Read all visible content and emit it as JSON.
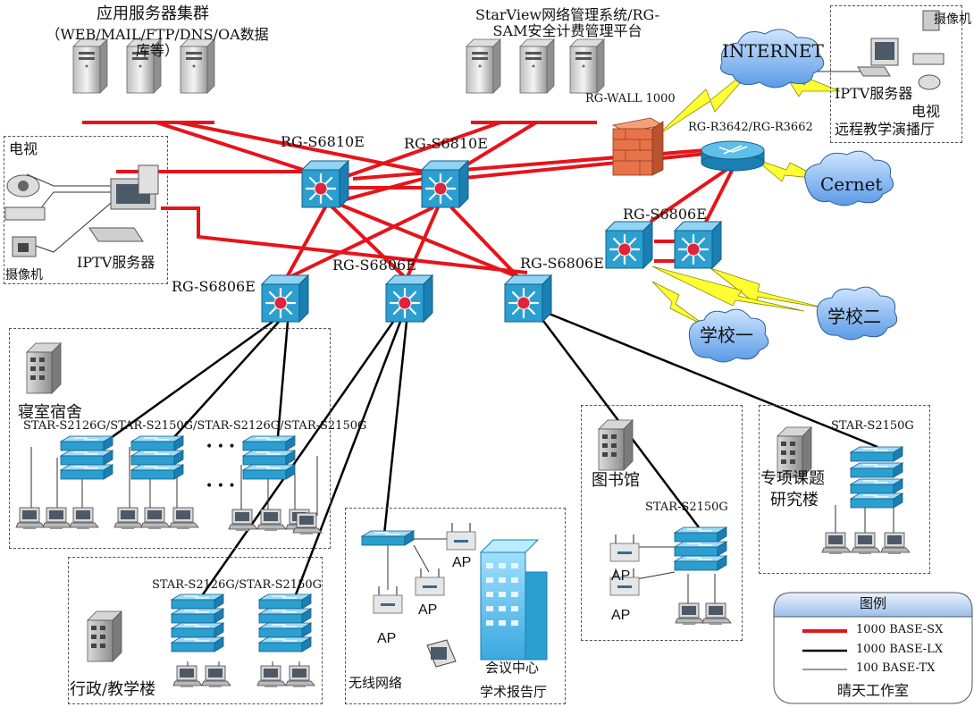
{
  "servers_left": {
    "title": "应用服务器集群",
    "subtitle": "（WEB/MAIL/FTP/DNS/OA数据库等）"
  },
  "servers_right": {
    "title": "StarView网络管理系统/RG-SAM安全计费管理平台"
  },
  "firewall": {
    "label": "RG-WALL 1000"
  },
  "internet": {
    "label": "INTERNET"
  },
  "router": {
    "label": "RG-R3642/RG-R3662"
  },
  "cernet": {
    "label": "Cernet"
  },
  "remote_room": {
    "label": "远程教学演播厅",
    "camera": "摄像机",
    "iptv": "IPTV服务器",
    "tv": "电视"
  },
  "iptv_box": {
    "tv": "电视",
    "camera": "摄像机",
    "server": "IPTV服务器"
  },
  "core": {
    "left": "RG-S6810E",
    "right": "RG-S6810E"
  },
  "distribution": {
    "left": "RG-S6806E",
    "mid": "RG-S6806E",
    "right": "RG-S6806E",
    "far": "RG-S6806E"
  },
  "schools": {
    "one": "学校一",
    "two": "学校二"
  },
  "dorm": {
    "label": "寝室宿舍",
    "switches": "STAR-S2126G/STAR-S2150G/STAR-S2126G/STAR-S2150G",
    "dots": "• • •"
  },
  "admin": {
    "label": "行政/教学楼",
    "switches": "STAR-S2126G/STAR-S2150G"
  },
  "wireless": {
    "label": "无线网络",
    "ap": "AP",
    "conf": "会议中心",
    "hall": "学术报告厅"
  },
  "library": {
    "label": "图书馆",
    "switch": "STAR-S2150G",
    "ap": "AP"
  },
  "research": {
    "label1": "专项课题",
    "label2": "研究楼",
    "switch": "STAR-S2150G"
  },
  "legend": {
    "title": "图例",
    "items": [
      {
        "label": "1000 BASE-SX",
        "color": "#e5141b"
      },
      {
        "label": "1000 BASE-LX",
        "color": "#000000"
      },
      {
        "label": "100 BASE-TX",
        "color": "#333333"
      }
    ],
    "footer": "晴天工作室"
  },
  "colors": {
    "fiber_sx": "#e5141b",
    "fiber_lx": "#000000",
    "switch_blue": "#2a9fd0",
    "cloud": "#7fb4ee",
    "firewall": "#e8734a"
  }
}
